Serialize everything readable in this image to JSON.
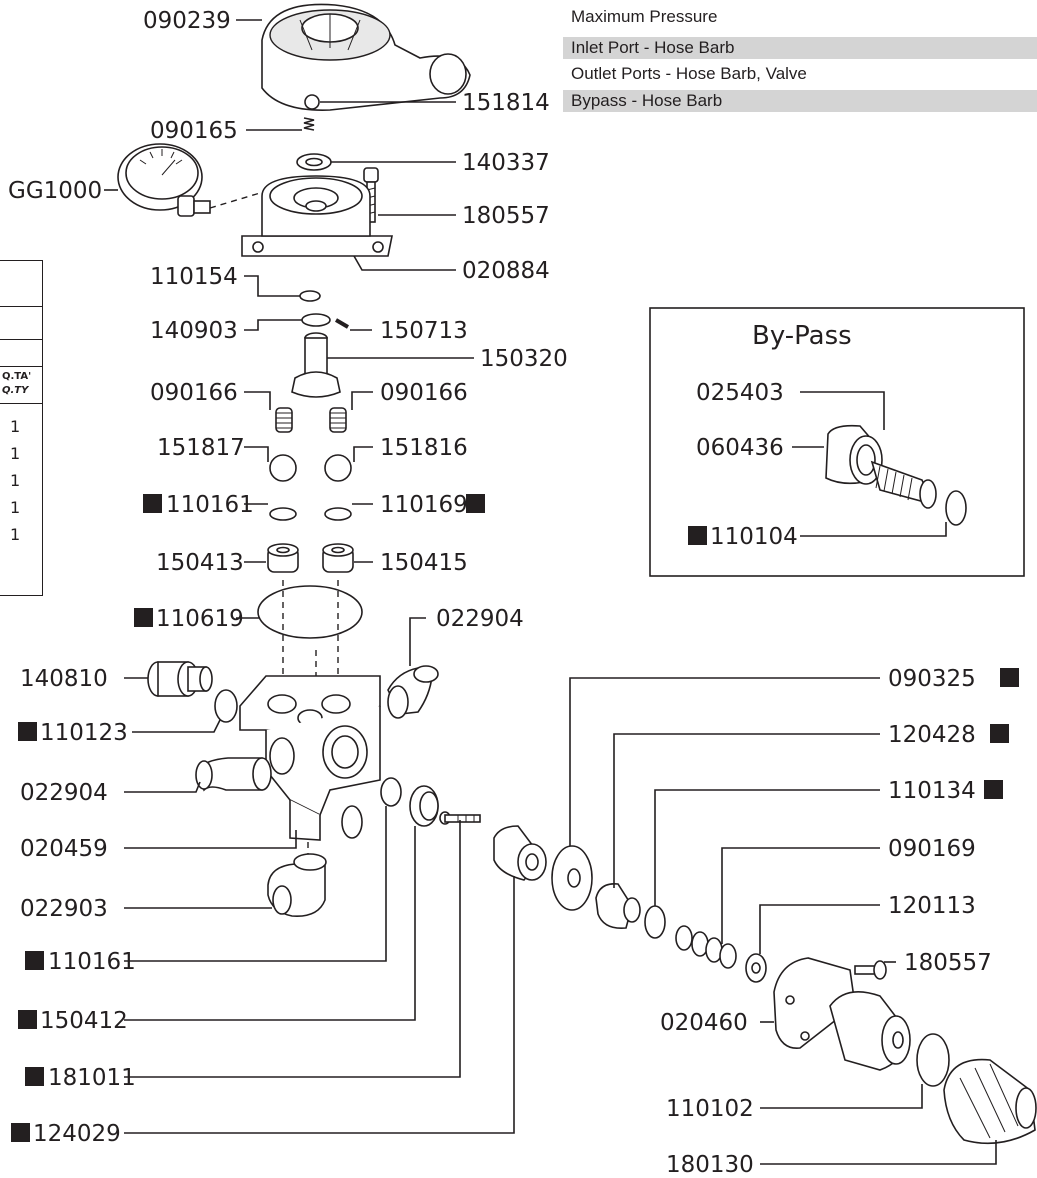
{
  "specs": {
    "rows": [
      {
        "text": "Maximum Pressure",
        "shaded": false
      },
      {
        "text": "Inlet Port - Hose Barb",
        "shaded": true
      },
      {
        "text": "Outlet Ports - Hose Barb, Valve",
        "shaded": false
      },
      {
        "text": "Bypass - Hose Barb",
        "shaded": true
      }
    ]
  },
  "qty_table": {
    "header_1": "Q.TA'",
    "header_2": "Q.TY",
    "values": [
      "1",
      "1",
      "1",
      "1",
      "1"
    ]
  },
  "bypass_box": {
    "title": "By-Pass"
  },
  "kit_marker": "■",
  "part_labels": {
    "p090239": "090239",
    "p151814": "151814",
    "p090165": "090165",
    "p140337": "140337",
    "pGG1000": "GG1000",
    "p180557a": "180557",
    "p110154": "110154",
    "p020884": "020884",
    "p140903": "140903",
    "p150713": "150713",
    "p150320": "150320",
    "p090166a": "090166",
    "p090166b": "090166",
    "p151817": "151817",
    "p151816": "151816",
    "p110161a": "110161",
    "p110169": "110169",
    "p150413": "150413",
    "p150415": "150415",
    "p110619": "110619",
    "p022904a": "022904",
    "p140810": "140810",
    "p110123": "110123",
    "p022904b": "022904",
    "p020459": "020459",
    "p022903": "022903",
    "p110161b": "110161",
    "p150412": "150412",
    "p181011": "181011",
    "p124029": "124029",
    "p090325": "090325",
    "p120428": "120428",
    "p110134": "110134",
    "p090169": "090169",
    "p120113": "120113",
    "p180557b": "180557",
    "p020460": "020460",
    "p110102": "110102",
    "p180130": "180130",
    "p025403": "025403",
    "p060436": "060436",
    "p110104": "110104"
  }
}
